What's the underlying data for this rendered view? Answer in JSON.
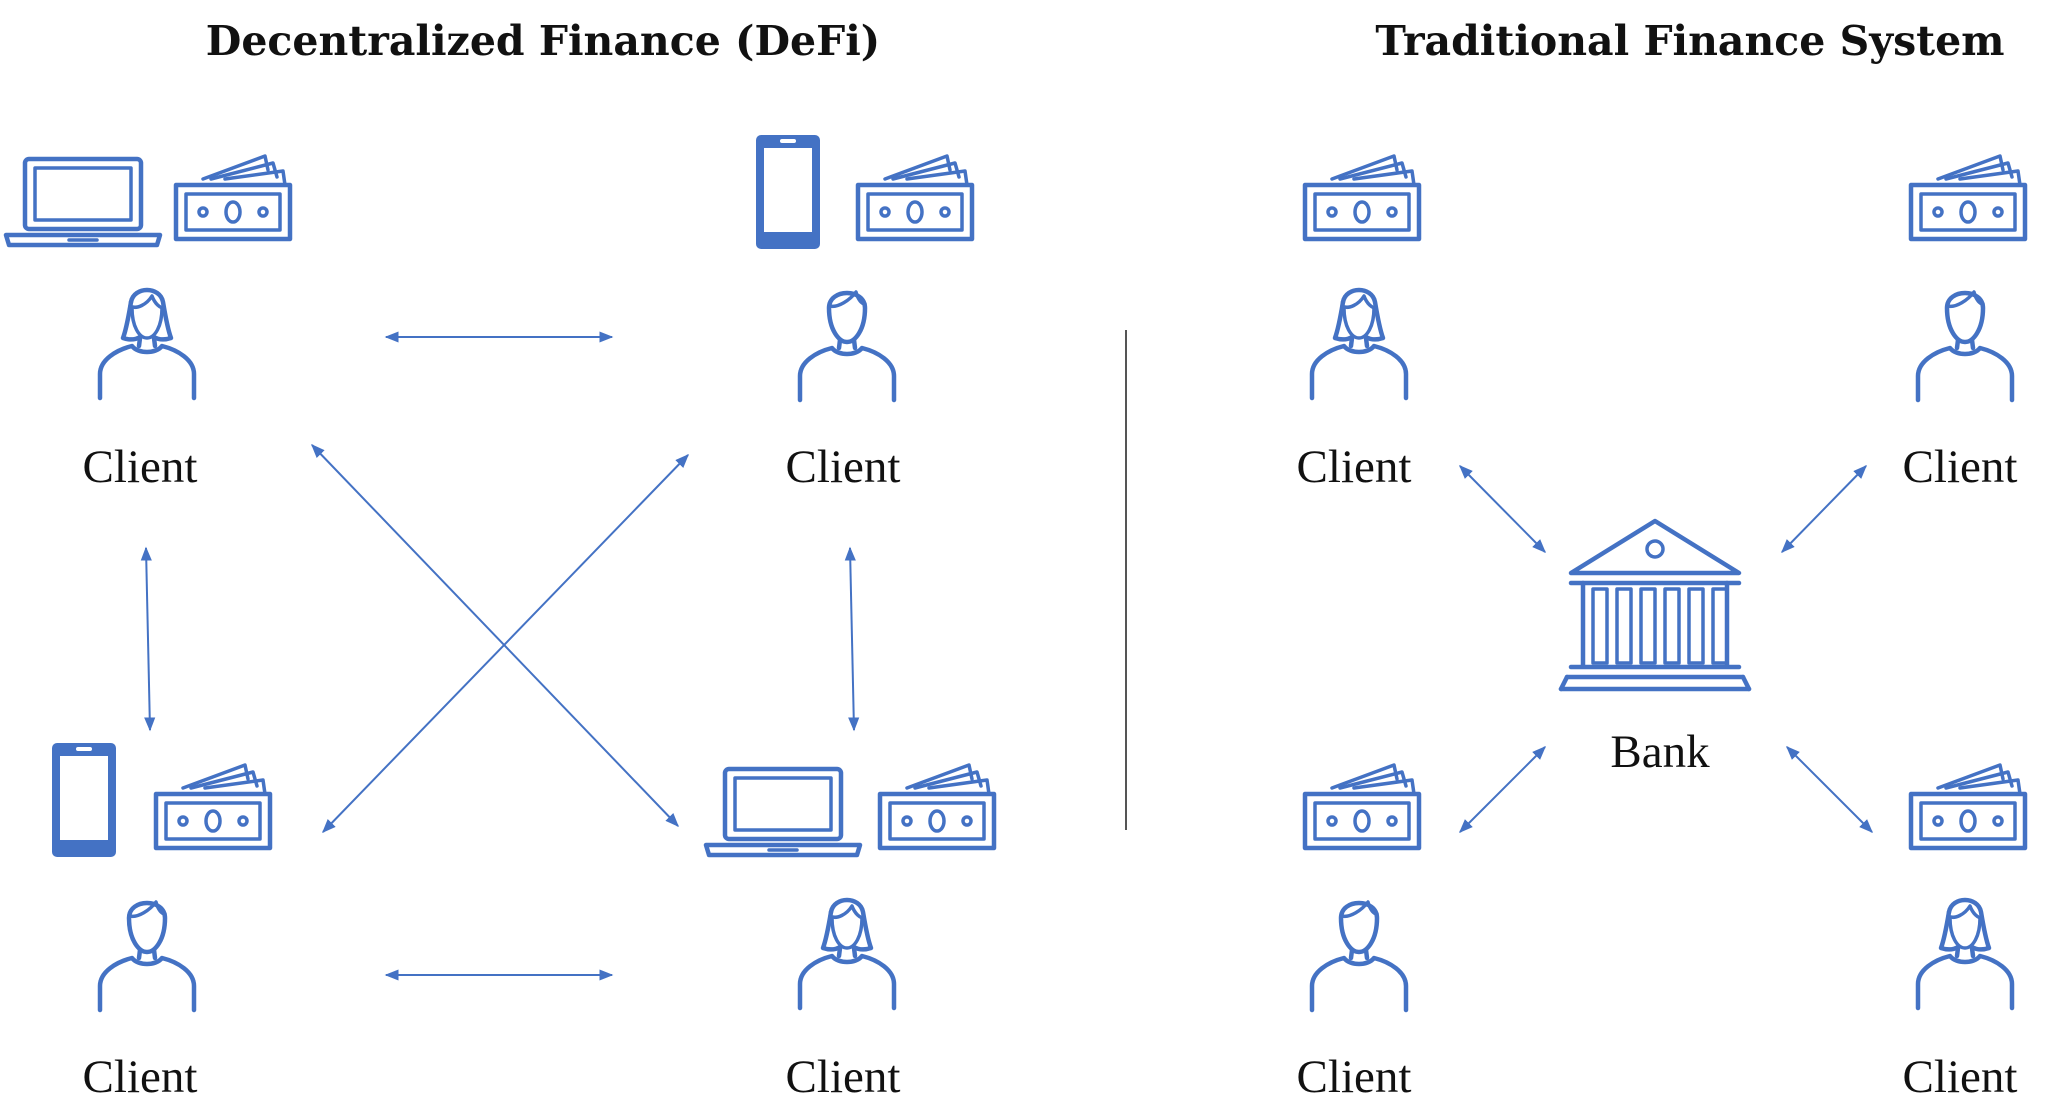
{
  "titles": {
    "defi": "Decentralized Finance (DeFi)",
    "traditional": "Traditional Finance System"
  },
  "defi": {
    "clients": [
      {
        "label": "Client",
        "device": "laptop-icon",
        "person": "female-person-icon"
      },
      {
        "label": "Client",
        "device": "smartphone-icon",
        "person": "male-person-icon"
      },
      {
        "label": "Client",
        "device": "smartphone-icon",
        "person": "male-person-icon"
      },
      {
        "label": "Client",
        "device": "laptop-icon",
        "person": "female-person-icon"
      }
    ]
  },
  "traditional": {
    "clients": [
      {
        "label": "Client",
        "person": "female-person-icon"
      },
      {
        "label": "Client",
        "person": "male-person-icon"
      },
      {
        "label": "Client",
        "person": "male-person-icon"
      },
      {
        "label": "Client",
        "person": "female-person-icon"
      }
    ],
    "bank": {
      "label": "Bank",
      "icon": "bank-building-icon"
    }
  },
  "colors": {
    "icon": "#4472c4",
    "text": "#111111",
    "divider": "#555555"
  }
}
